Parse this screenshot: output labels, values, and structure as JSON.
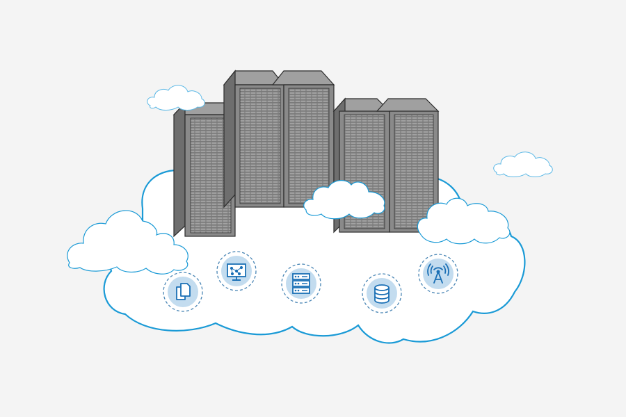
{
  "colors": {
    "background": "#f4f4f4",
    "cloud_fill": "#ffffff",
    "cloud_stroke": "#1a9ad6",
    "small_cloud_stroke": "#5bb8e6",
    "rack_front": "#8a8a8a",
    "rack_side": "#6f6f6f",
    "rack_top": "#9c9c9c",
    "rack_panel": "#7a7a7a",
    "rack_slot": "#9a9a9a",
    "rack_outline": "#2b2b2b",
    "icon_fill": "#c3dcef",
    "icon_ring": "#4a86b5",
    "icon_glyph": "#1a6fb5"
  },
  "server_racks": [
    {
      "name": "rack-1"
    },
    {
      "name": "rack-2"
    },
    {
      "name": "rack-3"
    },
    {
      "name": "rack-4"
    },
    {
      "name": "rack-5"
    }
  ],
  "service_icons": [
    {
      "name": "documents-icon"
    },
    {
      "name": "monitor-network-icon"
    },
    {
      "name": "server-stack-icon"
    },
    {
      "name": "database-icon"
    },
    {
      "name": "broadcast-antenna-icon"
    }
  ]
}
